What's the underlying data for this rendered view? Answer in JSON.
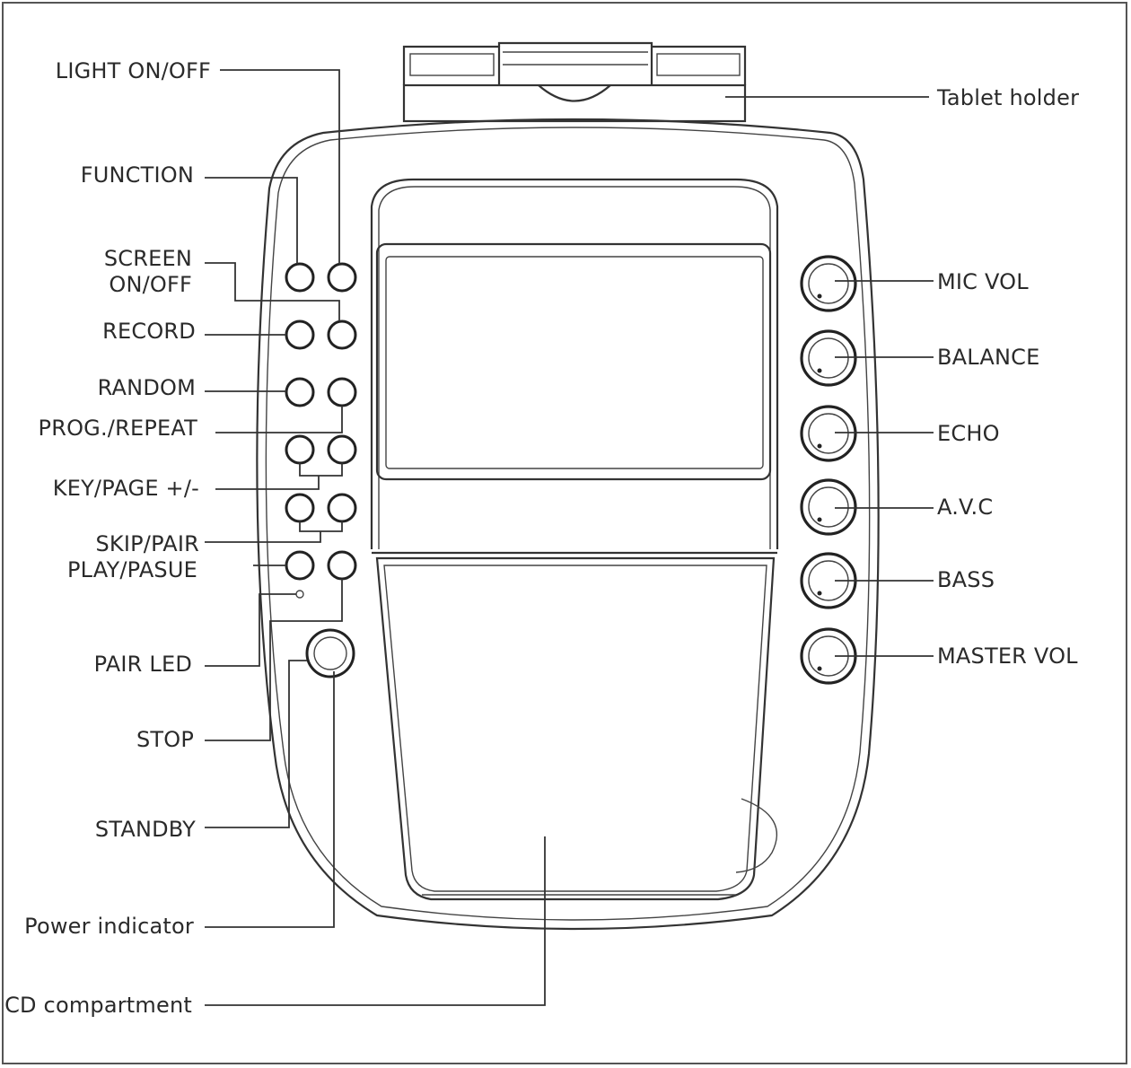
{
  "labels_left": {
    "light": "LIGHT ON/OFF",
    "function": "FUNCTION",
    "screen_line1": "SCREEN",
    "screen_line2": "ON/OFF",
    "record": "RECORD",
    "random": "RANDOM",
    "prog_repeat": "PROG./REPEAT",
    "key_page": "KEY/PAGE +/-",
    "skip_pair": "SKIP/PAIR",
    "play_pause": "PLAY/PASUE",
    "pair_led": "PAIR LED",
    "stop": "STOP",
    "standby": "STANDBY",
    "power_indicator": "Power indicator",
    "cd_compartment": "CD compartment"
  },
  "labels_right": {
    "tablet_holder": "Tablet holder",
    "mic_vol": "MIC VOL",
    "balance": "BALANCE",
    "echo": "ECHO",
    "avc": "A.V.C",
    "bass": "BASS",
    "master_vol": "MASTER VOL"
  }
}
